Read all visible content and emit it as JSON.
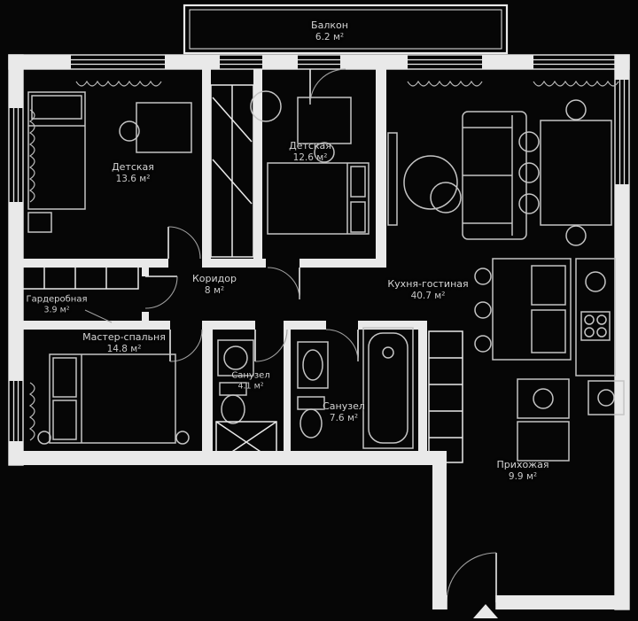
{
  "plan": {
    "type": "apartment-floor-plan",
    "style": {
      "background": "#060606",
      "wall_color": "#e9e9e9",
      "furniture_color": "#c4c4c4",
      "label_color": "#d6d6d6"
    },
    "rooms": [
      {
        "id": "balcony",
        "name": "Балкон",
        "area": "6.2 м²"
      },
      {
        "id": "kids-room-1",
        "name": "Детская",
        "area": "13.6 м²"
      },
      {
        "id": "kids-room-2",
        "name": "Детская",
        "area": "12.6 м²"
      },
      {
        "id": "kitchen-living",
        "name": "Кухня-гостиная",
        "area": "40.7 м²"
      },
      {
        "id": "wardrobe-room",
        "name": "Гардеробная",
        "area": "3.9 м²"
      },
      {
        "id": "corridor",
        "name": "Коридор",
        "area": "8 м²"
      },
      {
        "id": "master-bedroom",
        "name": "Мастер-спальня",
        "area": "14.8 м²"
      },
      {
        "id": "bathroom-small",
        "name": "Санузел",
        "area": "4.1 м²"
      },
      {
        "id": "bathroom-large",
        "name": "Санузел",
        "area": "7.6 м²"
      },
      {
        "id": "hallway",
        "name": "Прихожая",
        "area": "9.9 м²"
      }
    ]
  }
}
